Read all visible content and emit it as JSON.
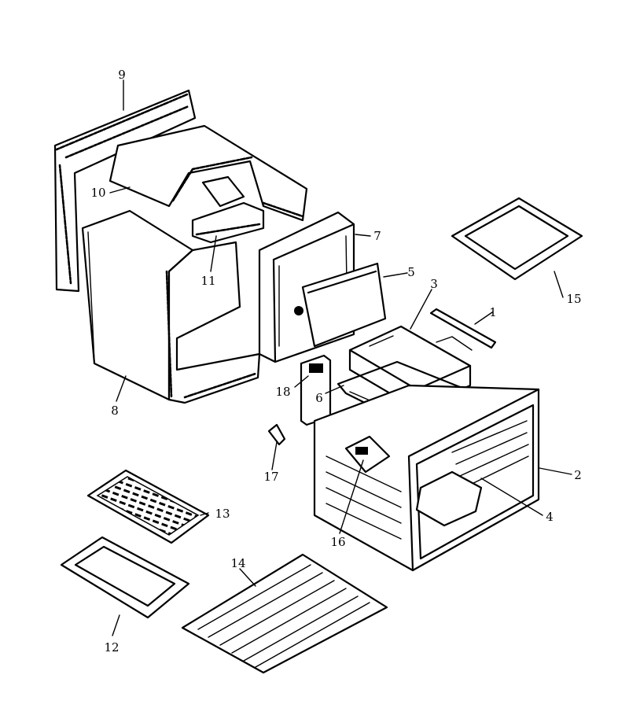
{
  "diagram": {
    "parts": [
      {
        "id": "p1",
        "label": "1"
      },
      {
        "id": "p2",
        "label": "2"
      },
      {
        "id": "p3",
        "label": "3"
      },
      {
        "id": "p4",
        "label": "4"
      },
      {
        "id": "p5",
        "label": "5"
      },
      {
        "id": "p6",
        "label": "6"
      },
      {
        "id": "p7",
        "label": "7"
      },
      {
        "id": "p8",
        "label": "8"
      },
      {
        "id": "p9",
        "label": "9"
      },
      {
        "id": "p10",
        "label": "10"
      },
      {
        "id": "p11",
        "label": "11"
      },
      {
        "id": "p12",
        "label": "12"
      },
      {
        "id": "p13",
        "label": "13"
      },
      {
        "id": "p14",
        "label": "14"
      },
      {
        "id": "p15",
        "label": "15"
      },
      {
        "id": "p16",
        "label": "16"
      },
      {
        "id": "p17",
        "label": "17"
      },
      {
        "id": "p18",
        "label": "18"
      }
    ]
  }
}
